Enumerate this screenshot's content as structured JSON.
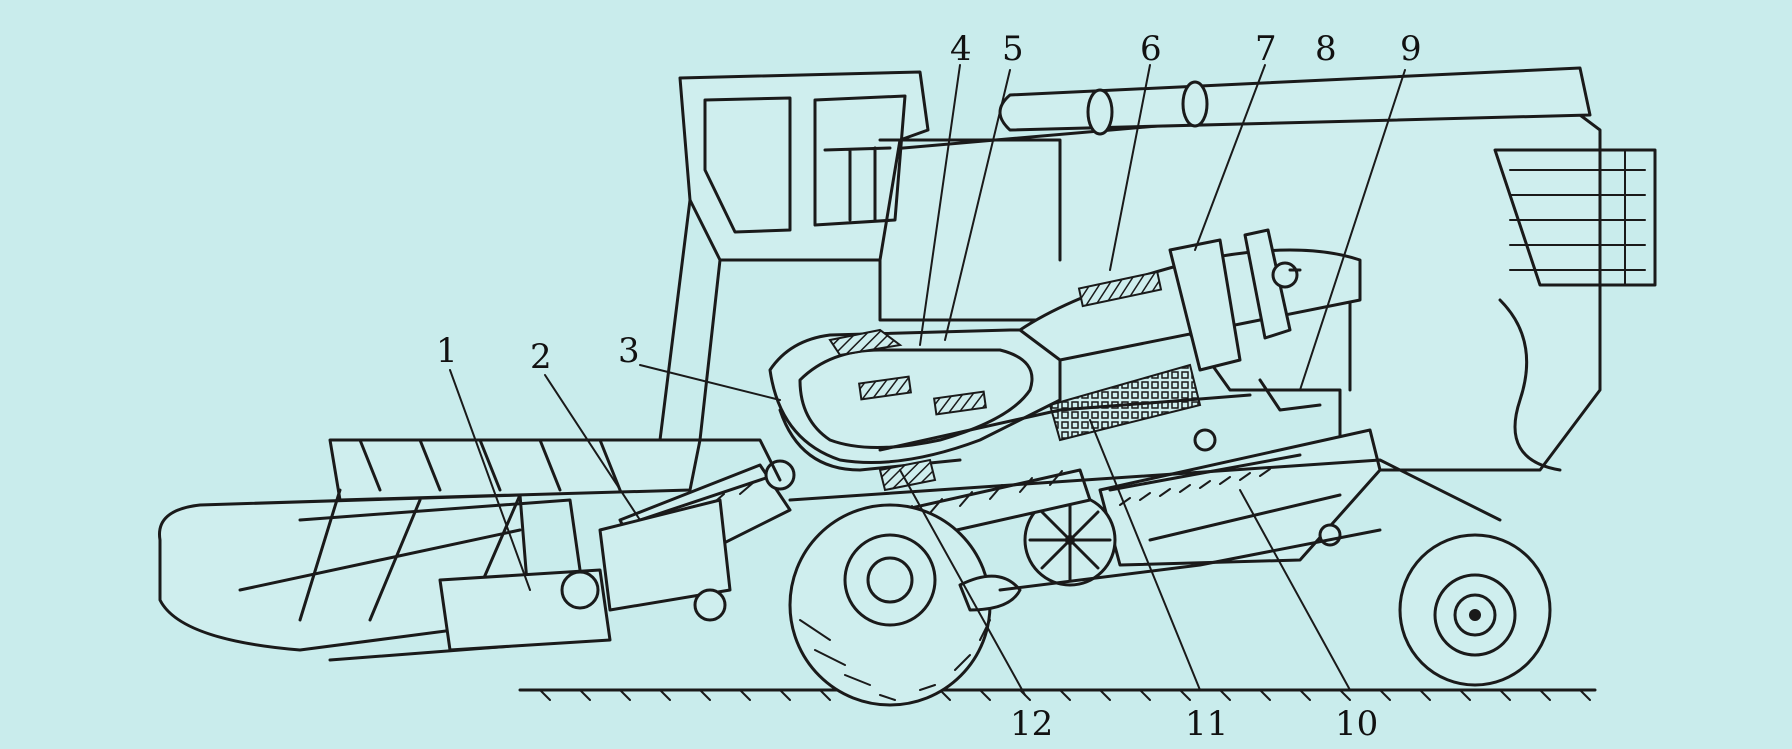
{
  "callouts": {
    "c1": "1",
    "c2": "2",
    "c3": "3",
    "c4": "4",
    "c5": "5",
    "c6": "6",
    "c7": "7",
    "c8": "8",
    "c9": "9",
    "c10": "10",
    "c11": "11",
    "c12": "12"
  },
  "colors": {
    "background": "#c9ecec",
    "ink": "#1a1a1a"
  }
}
